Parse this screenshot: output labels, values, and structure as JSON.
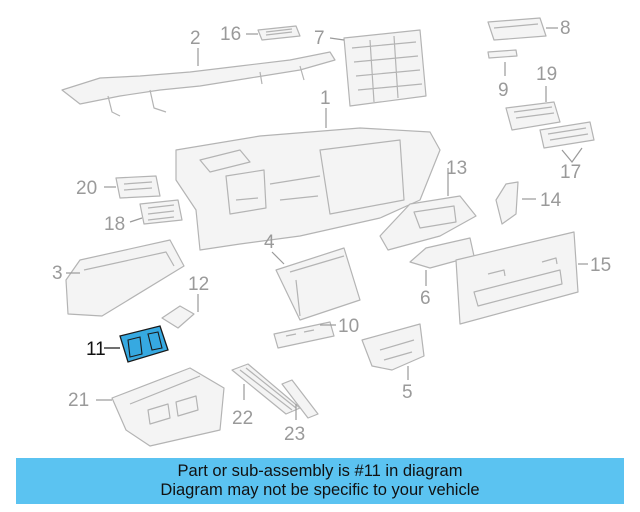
{
  "highlight_color": "#36a9e1",
  "banner_color": "#5bc3f1",
  "callouts": {
    "c1": "1",
    "c2": "2",
    "c3": "3",
    "c4": "4",
    "c5": "5",
    "c6": "6",
    "c7": "7",
    "c8": "8",
    "c9": "9",
    "c10": "10",
    "c11": "11",
    "c12": "12",
    "c13": "13",
    "c14": "14",
    "c15": "15",
    "c16": "16",
    "c17": "17",
    "c18": "18",
    "c19": "19",
    "c20": "20",
    "c21": "21",
    "c22": "22",
    "c23": "23"
  },
  "banner": {
    "line1": "Part or sub-assembly is #11 in diagram",
    "line2": "Diagram may not be specific to your vehicle"
  }
}
